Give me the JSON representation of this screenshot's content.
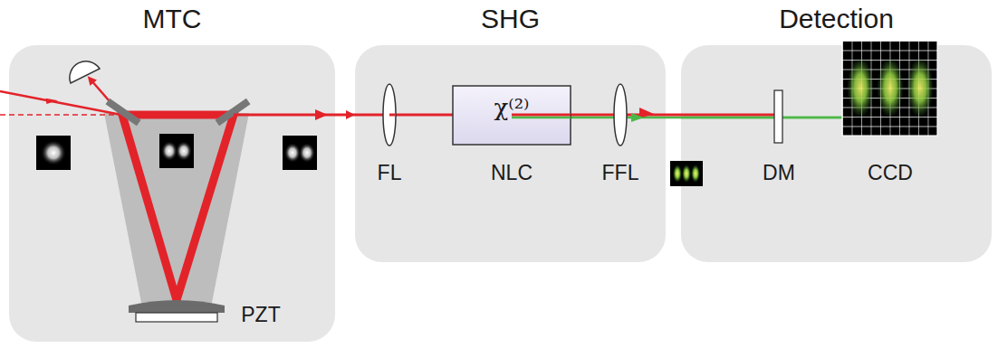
{
  "diagram": {
    "nodes": [
      {
        "text": [
          "MTC"
        ]
      },
      {
        "text": [
          "SHG"
        ]
      },
      {
        "text": [
          "Detection"
        ]
      },
      {
        "text": [
          "χ⁽²⁾",
          "NLC"
        ],
        "in": 1
      }
    ],
    "edges": [
      {
        "from": 0,
        "to": 1,
        "arrow": "to"
      },
      {
        "from": 1,
        "to": 2,
        "arrow": "none"
      }
    ],
    "labels": [
      "PZT",
      "FL",
      "FFL",
      "DM",
      "CCD"
    ]
  }
}
